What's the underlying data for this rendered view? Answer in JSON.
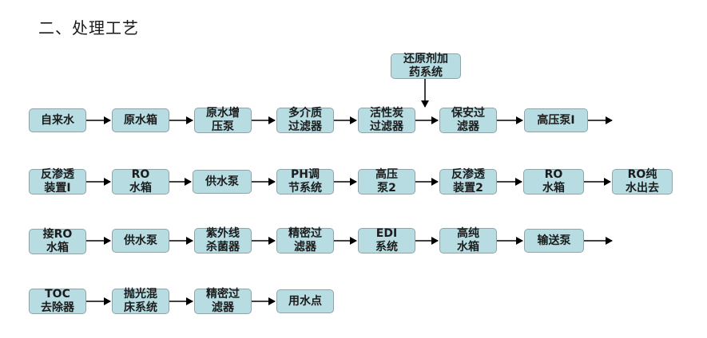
{
  "title": "二、处理工艺",
  "nodes": {
    "zilaishui": "自来水",
    "yuanshuixiang": "原水箱",
    "yuanshui_zengyabeng": "原水增\n压泵",
    "duojiezhi": "多介质\n过滤器",
    "huoxingtan": "活性炭\n过滤器",
    "huanyuan": "还原剂加\n药系统",
    "baoan": "保安过\n滤器",
    "gaoyabeng1": "高压泵I",
    "fanshentou1": "反渗透\n装置I",
    "ro_shuixiang": "RO\n水箱",
    "gongshuibeng1": "供水泵",
    "ph_tiaojie": "PH调\n节系统",
    "gaoyabeng2": "高压\n泵2",
    "fanshentou2": "反渗透\n装置2",
    "ro_shuixiang2": "RO\n水箱",
    "ro_chunshui": "RO纯\n水出去",
    "jie_ro": "接RO\n水箱",
    "gongshuibeng2": "供水泵",
    "ziwaixian": "紫外线\n杀菌器",
    "jingmi1": "精密过\n滤器",
    "edi": "EDI\n系统",
    "gaochun": "高纯\n水箱",
    "shusongbeng": "输送泵",
    "toc": "TOC\n去除器",
    "paoguang": "抛光混\n床系统",
    "jingmi2": "精密过\n滤器",
    "yongshuidian": "用水点"
  }
}
